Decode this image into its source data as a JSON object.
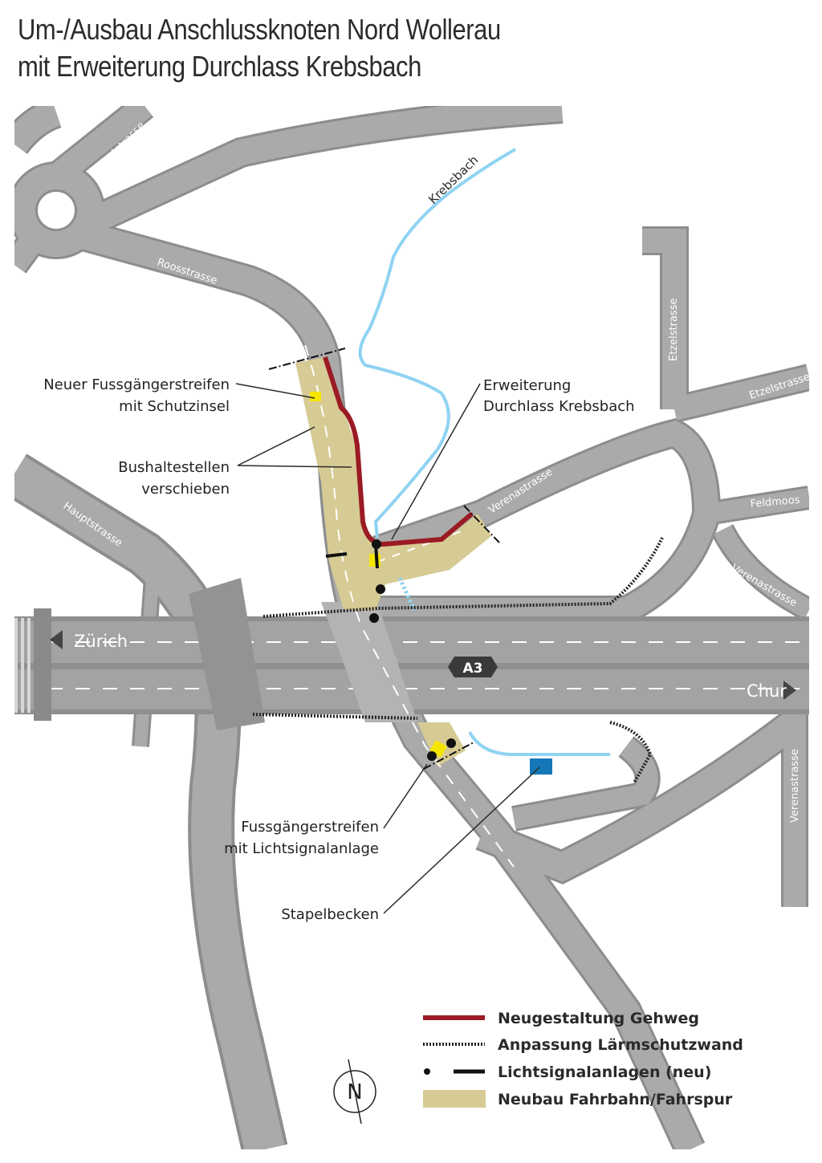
{
  "title": {
    "line1": "Um-/Ausbau Anschlussknoten Nord Wollerau",
    "line2": "mit Erweiterung Durchlass Krebsbach"
  },
  "road_labels": {
    "hauptstrasse_top": "Hauptstrasse",
    "bahnhofstrasse": "Bahnhofstrasse",
    "roosstrasse": "Roosstrasse",
    "krebsbach": "Krebsbach",
    "etzelstrasse_v": "Etzelstrasse",
    "etzelstrasse_h": "Etzelstrasse",
    "verenastrasse_mid": "Verenastrasse",
    "feldmoos": "Feldmoos",
    "verenastrasse_right": "Verenastrasse",
    "hauptstrasse_left": "Hauptstrasse",
    "verenastrasse_v": "Verenastrasse"
  },
  "motorway": {
    "name": "A3",
    "dir_west": "Zürich",
    "dir_east": "Chur"
  },
  "annotations": {
    "fussgaengerstreifen_l1": "Neuer Fussgängerstreifen",
    "fussgaengerstreifen_l2": "mit Schutzinsel",
    "bushalt_l1": "Bushaltestellen",
    "bushalt_l2": "verschieben",
    "durchlass_l1": "Erweiterung",
    "durchlass_l2": "Durchlass Krebsbach",
    "lsa_l1": "Fussgängerstreifen",
    "lsa_l2": "mit Lichtsignalanlage",
    "stapelbecken": "Stapelbecken"
  },
  "legend": {
    "gehweg": "Neugestaltung Gehweg",
    "laermschutz": "Anpassung Lärmschutzwand",
    "lichtsignal": "Lichtsignalanlagen (neu)",
    "fahrbahn": "Neubau Fahrbahn/Fahrspur"
  },
  "compass_letter": "N",
  "colors": {
    "road": "#aaaaaa",
    "road_edge": "#8e8e8e",
    "motorway": "#a3a3a3",
    "water": "#8fd3f2",
    "sidewalk_new": "#9b1b25",
    "new_lane": "#d6cb94",
    "crossing": "#f5e600",
    "basin": "#1478b8"
  }
}
